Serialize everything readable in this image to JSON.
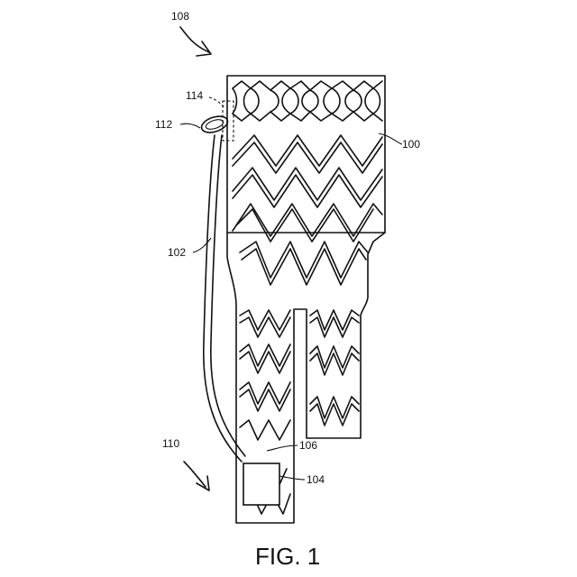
{
  "figure": {
    "caption": "FIG. 1",
    "reference_numerals": {
      "n100": "100",
      "n102": "102",
      "n104": "104",
      "n106": "106",
      "n108": "108",
      "n110": "110",
      "n112": "112",
      "n114": "114"
    }
  },
  "colors": {
    "ink": "#111111",
    "background": "#ffffff"
  }
}
